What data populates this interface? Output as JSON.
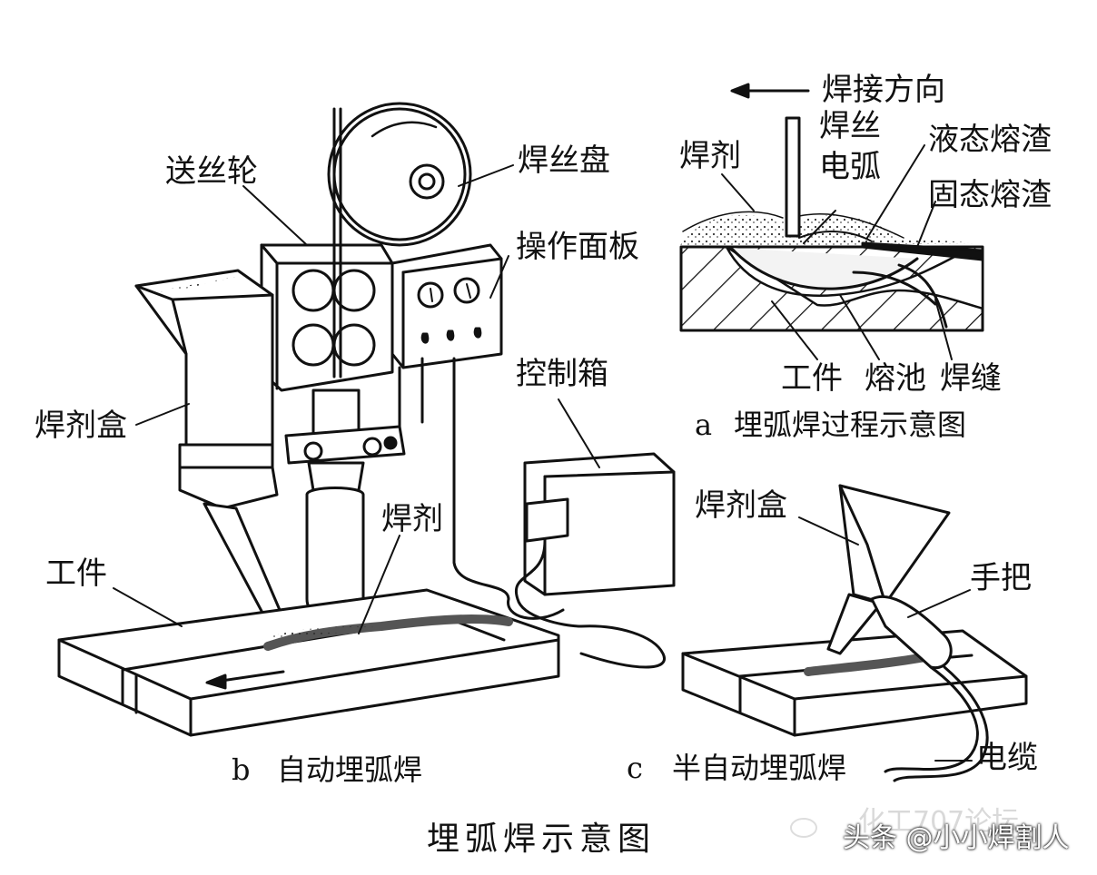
{
  "panel_a": {
    "direction_label": "焊接方向",
    "wire": "焊丝",
    "arc": "电弧",
    "flux": "焊剂",
    "liquid_slag": "液态熔渣",
    "solid_slag": "固态熔渣",
    "workpiece": "工件",
    "weld_pool": "熔池",
    "weld_seam": "焊缝",
    "caption_letter": "a",
    "caption": "埋弧焊过程示意图"
  },
  "panel_b": {
    "wire_feed_wheel": "送丝轮",
    "wire_reel": "焊丝盘",
    "control_panel": "操作面板",
    "control_box": "控制箱",
    "flux_hopper": "焊剂盒",
    "flux": "焊剂",
    "workpiece": "工件",
    "caption_letter": "b",
    "caption": "自动埋弧焊"
  },
  "panel_c": {
    "flux_hopper": "焊剂盒",
    "handle": "手把",
    "cable": "电缆",
    "caption_letter": "c",
    "caption": "半自动埋弧焊"
  },
  "figure_title": "埋弧焊示意图",
  "watermark": {
    "faded_text": "化工707论坛",
    "credit": "头条 @小小焊割人"
  }
}
